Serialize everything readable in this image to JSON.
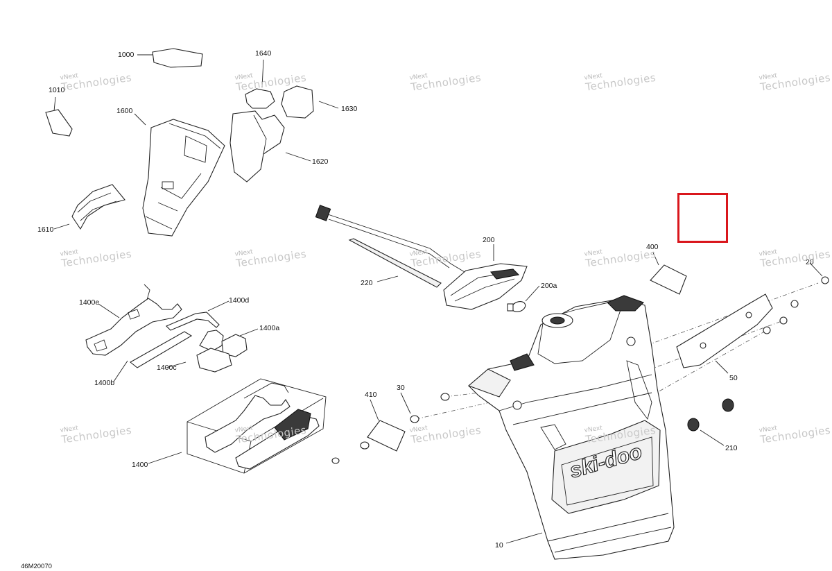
{
  "callouts": [
    {
      "id": "1000",
      "label": "1000"
    },
    {
      "id": "1010",
      "label": "1010"
    },
    {
      "id": "1600",
      "label": "1600"
    },
    {
      "id": "1610",
      "label": "1610"
    },
    {
      "id": "1640",
      "label": "1640"
    },
    {
      "id": "1630",
      "label": "1630"
    },
    {
      "id": "1620",
      "label": "1620"
    },
    {
      "id": "200",
      "label": "200"
    },
    {
      "id": "200a",
      "label": "200a"
    },
    {
      "id": "220",
      "label": "220"
    },
    {
      "id": "400",
      "label": "400"
    },
    {
      "id": "20",
      "label": "20"
    },
    {
      "id": "50",
      "label": "50"
    },
    {
      "id": "210",
      "label": "210"
    },
    {
      "id": "30",
      "label": "30"
    },
    {
      "id": "410",
      "label": "410"
    },
    {
      "id": "10",
      "label": "10"
    },
    {
      "id": "1400e",
      "label": "1400e"
    },
    {
      "id": "1400d",
      "label": "1400d"
    },
    {
      "id": "1400a",
      "label": "1400a"
    },
    {
      "id": "1400c",
      "label": "1400c"
    },
    {
      "id": "1400b",
      "label": "1400b"
    },
    {
      "id": "1400",
      "label": "1400"
    }
  ],
  "watermark": {
    "line1": "vNext",
    "line2": "Technologies"
  },
  "figure_code": "46M20070",
  "brand_mark": "ski-doo",
  "highlight_color": "#d9161c"
}
